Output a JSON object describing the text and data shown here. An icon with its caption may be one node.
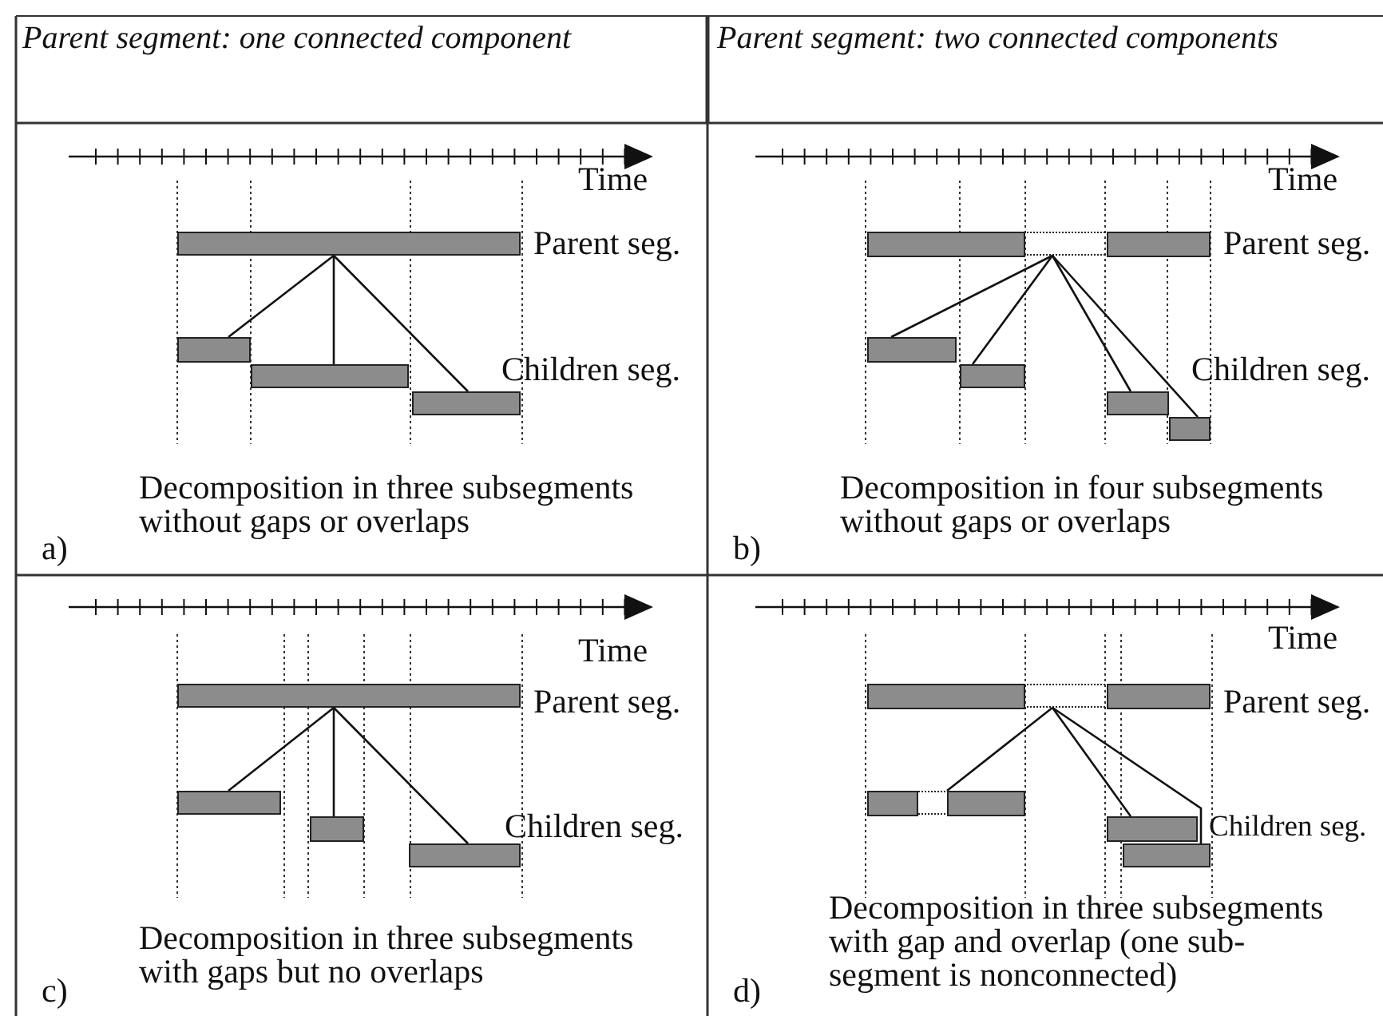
{
  "diagram": {
    "nodes": [
      {
        "text": [],
        "shape": "bar"
      },
      {
        "text": [],
        "shape": "bar"
      },
      {
        "text": [],
        "shape": "bar"
      },
      {
        "text": [],
        "shape": "bar"
      },
      {
        "text": [],
        "shape": "bar"
      },
      {
        "text": [],
        "shape": "bar"
      },
      {
        "text": [],
        "shape": "bar"
      },
      {
        "text": [],
        "shape": "bar"
      },
      {
        "text": [],
        "shape": "bar"
      },
      {
        "text": [],
        "shape": "bar"
      },
      {
        "text": [],
        "shape": "bar"
      },
      {
        "text": [],
        "shape": "bar"
      },
      {
        "text": [],
        "shape": "bar"
      },
      {
        "text": [],
        "shape": "bar"
      },
      {
        "text": [],
        "shape": "bar"
      },
      {
        "text": [],
        "shape": "bar"
      },
      {
        "text": [],
        "shape": "bar"
      }
    ],
    "edges": [
      {
        "from": 0,
        "to": 1,
        "arrow": "none"
      },
      {
        "from": 0,
        "to": 2,
        "arrow": "none"
      },
      {
        "from": 0,
        "to": 3,
        "arrow": "none"
      },
      {
        "from": 4,
        "to": 5,
        "arrow": "none"
      },
      {
        "from": 4,
        "to": 6,
        "arrow": "none"
      },
      {
        "from": 4,
        "to": 7,
        "arrow": "none"
      },
      {
        "from": 4,
        "to": 8,
        "arrow": "none"
      },
      {
        "from": 9,
        "to": 10,
        "arrow": "none"
      },
      {
        "from": 9,
        "to": 11,
        "arrow": "none"
      },
      {
        "from": 9,
        "to": 12,
        "arrow": "none"
      },
      {
        "from": 13,
        "to": 14,
        "arrow": "none"
      },
      {
        "from": 13,
        "to": 15,
        "arrow": "none"
      },
      {
        "from": 13,
        "to": 16,
        "arrow": "none"
      }
    ],
    "labels": [
      "Parent segment: one connected component",
      "Parent segment: two connected components",
      "Time",
      "Parent seg.",
      "Children seg.",
      "Decomposition in three subsegments without gaps or overlaps",
      "a)",
      "Time",
      "Parent seg.",
      "Children seg.",
      "Decomposition in four subsegments without gaps or overlaps",
      "b)",
      "Time",
      "Parent seg.",
      "Children seg.",
      "Decomposition in three subsegments with gaps but no overlaps",
      "c)",
      "Time",
      "Parent seg.",
      "Children seg.",
      "Decomposition in three subsegments with gap and overlap (one sub-segment is nonconnected)",
      "d)"
    ]
  }
}
